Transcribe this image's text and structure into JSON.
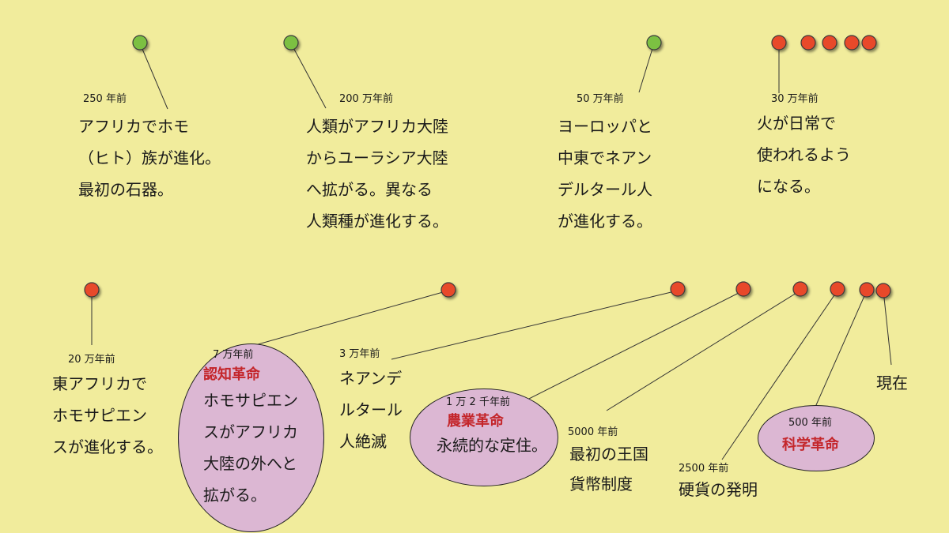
{
  "colors": {
    "background": "#f1ec9c",
    "green_dot": "#7cc043",
    "red_dot": "#e8492a",
    "highlight_fill": "#dcb7d3",
    "revolution_title": "#c4262b"
  },
  "row1": {
    "events": [
      {
        "date": "250 年前",
        "text": "アフリカでホモ\n（ヒト）族が進化。\n最初の石器。"
      },
      {
        "date": "200 万年前",
        "text": "人類がアフリカ大陸\nからユーラシア大陸\nへ拡がる。異なる\n人類種が進化する。"
      },
      {
        "date": "50 万年前",
        "text": "ヨーロッパと\n中東でネアン\nデルタール人\nが進化する。"
      },
      {
        "date": "30 万年前",
        "text": "火が日常で\n使われるよう\nになる。"
      }
    ]
  },
  "row2": {
    "events": [
      {
        "date": "20 万年前",
        "text": "東アフリカで\nホモサピエン\nスが進化する。"
      },
      {
        "date": "7 万年前",
        "title": "認知革命",
        "text": "ホモサピエン\nスがアフリカ\n大陸の外へと\n拡がる。"
      },
      {
        "date": "3 万年前",
        "text": "ネアンデ\nルタール\n人絶滅"
      },
      {
        "date": "1 万 2 千年前",
        "title": "農業革命",
        "text": "永続的な定住。"
      },
      {
        "date": "5000 年前",
        "text": "最初の王国\n貨幣制度"
      },
      {
        "date": "2500 年前",
        "text": "硬貨の発明"
      },
      {
        "date": "500 年前",
        "title": "科学革命"
      },
      {
        "text": "現在"
      }
    ]
  }
}
